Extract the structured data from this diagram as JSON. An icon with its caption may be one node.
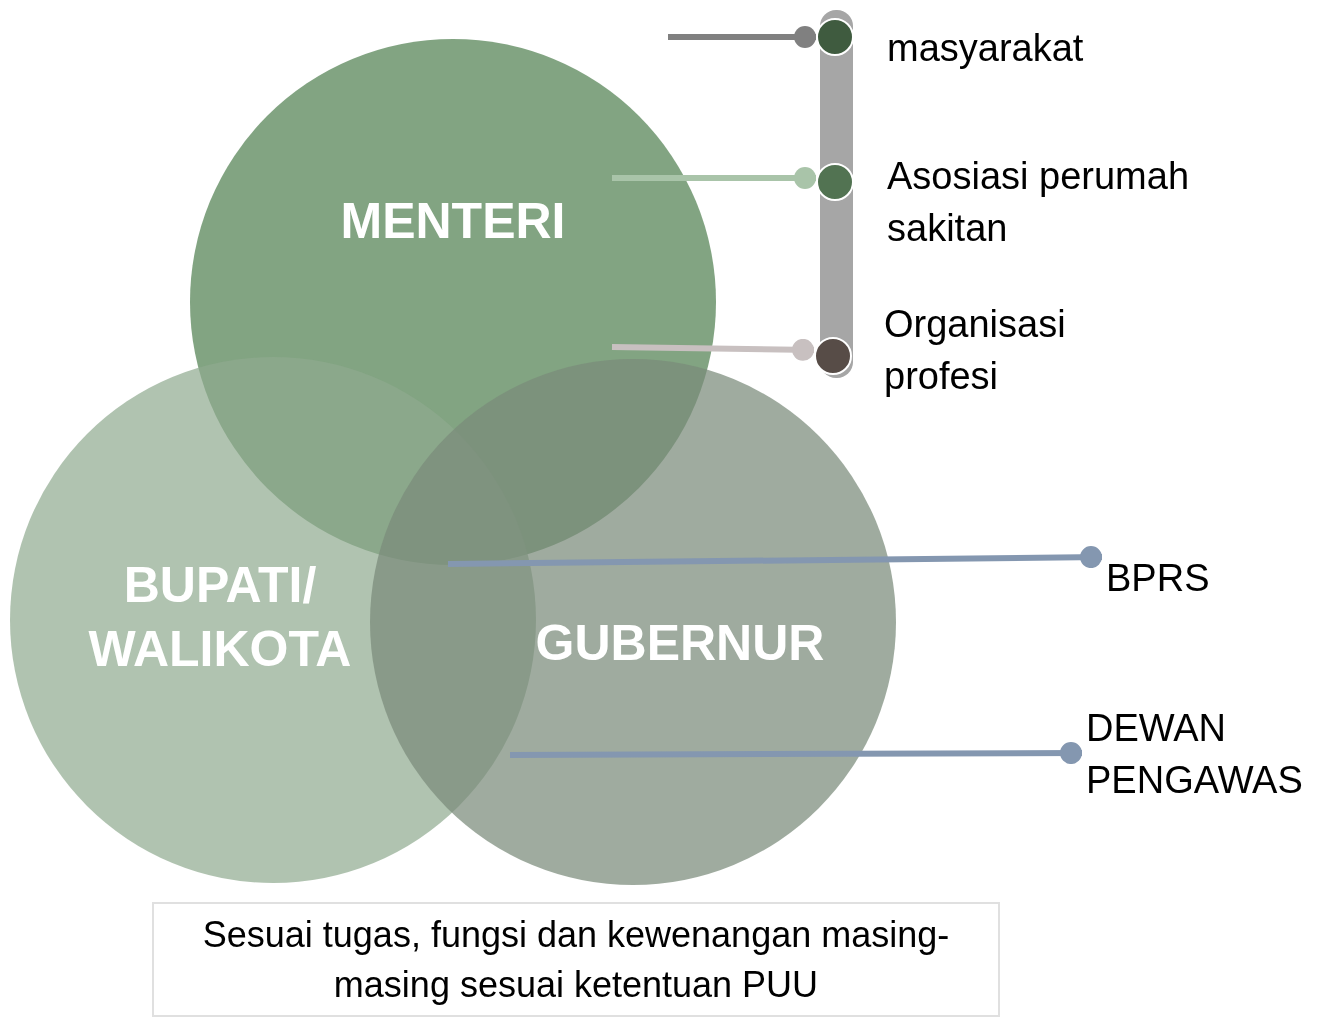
{
  "diagram": {
    "nodes": [
      {
        "text": [
          "MENTERI"
        ]
      },
      {
        "text": [
          "BUPATI/ WALIKOTA"
        ]
      },
      {
        "text": [
          "GUBERNUR"
        ]
      },
      {
        "text": [
          "masyarakat"
        ]
      },
      {
        "text": [
          "Asosiasi perumah sakitan"
        ]
      },
      {
        "text": [
          "Organisasi profesi"
        ]
      },
      {
        "text": [
          "BPRS"
        ]
      },
      {
        "text": [
          "DEWAN PENGAWAS"
        ]
      },
      {
        "text": [
          "Sesuai tugas, fungsi dan kewenangan masing-masing sesuai ketentuan PUU"
        ]
      }
    ],
    "edges": [
      {
        "from": 0,
        "to": 3,
        "arrow": "other",
        "color": "#808080"
      },
      {
        "from": 0,
        "to": 4,
        "arrow": "other",
        "color": "#a9c4a9"
      },
      {
        "from": 0,
        "to": 5,
        "arrow": "other",
        "color": "#c8c0c0"
      },
      {
        "from": 0,
        "to": 6,
        "arrow": "other"
      },
      {
        "from": 1,
        "to": 7,
        "arrow": "other"
      }
    ]
  }
}
